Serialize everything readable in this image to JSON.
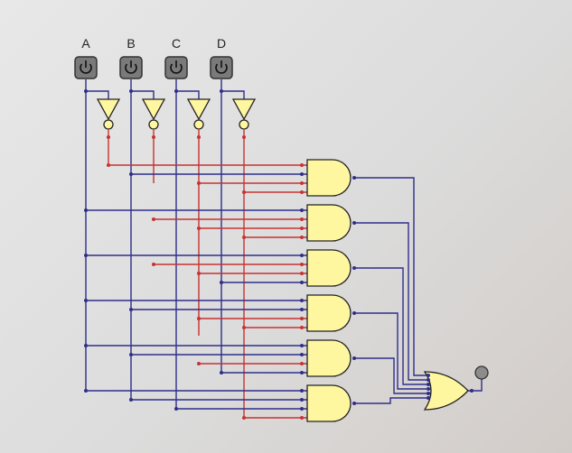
{
  "inputs": [
    {
      "label": "A"
    },
    {
      "label": "B"
    },
    {
      "label": "C"
    },
    {
      "label": "D"
    }
  ],
  "colors": {
    "wire_true": "#2e2e8a",
    "wire_false": "#c83232",
    "gate_fill": "#fff7a0",
    "gate_stroke": "#222222",
    "switch_fill": "#7a7a7a",
    "output_led": "#8c8c8c"
  },
  "gates": {
    "not_count": 4,
    "and_count": 6,
    "or_count": 1,
    "and_inputs": 4,
    "or_inputs": 6
  },
  "and_terms": [
    [
      "A'",
      "B",
      "C'",
      "D'"
    ],
    [
      "A",
      "B'",
      "C'",
      "D'"
    ],
    [
      "A",
      "B'",
      "C'",
      "D"
    ],
    [
      "A",
      "B",
      "C'",
      "D'"
    ],
    [
      "A",
      "B",
      "C'",
      "D"
    ],
    [
      "A",
      "B",
      "C",
      "D'"
    ]
  ]
}
